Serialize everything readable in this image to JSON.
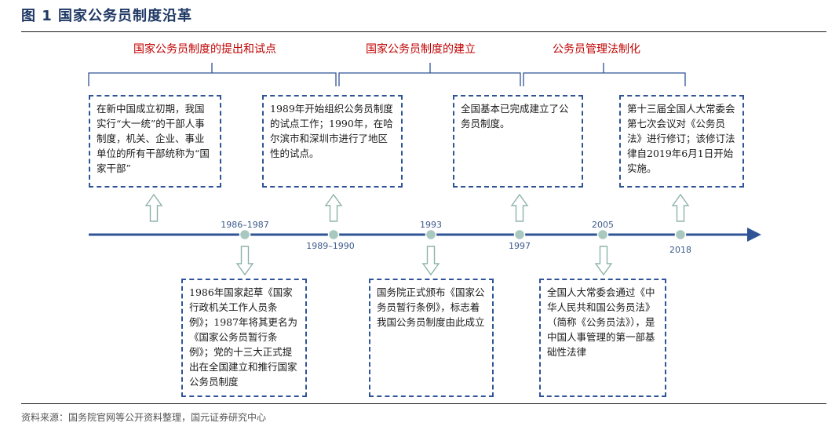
{
  "title": "图 1  国家公务员制度沿革",
  "phases": [
    "国家公务员制度的提出和试点",
    "国家公务员制度的建立",
    "公务员管理法制化"
  ],
  "years": [
    "1986–1987",
    "1989–1990",
    "1993",
    "1997",
    "2005",
    "2018"
  ],
  "top_boxes": [
    "在新中国成立初期，我国实行“大一统”的干部人事制度，机关、企业、事业单位的所有干部统称为“国家干部”",
    "1989年开始组织公务员制度的试点工作；1990年，在哈尔滨市和深圳市进行了地区性的试点。",
    "全国基本已完成建立了公务员制度。",
    "第十三届全国人大常委会第七次会议对《公务员法》进行修订；该修订法律自2019年6月1日开始实施。"
  ],
  "bottom_boxes": [
    "1986年国家起草《国家行政机关工作人员条例》；1987年将其更名为《国家公务员暂行条例》；党的十三大正式提出在全国建立和推行国家公务员制度",
    "国务院正式颁布《国家公务员暂行条例》，标志着我国公务员制度由此成立",
    "全国人大常委会通过《中华人民共和国公务员法》（简称《公务员法》），是中国人事管理的第一部基础性法律"
  ],
  "source": "资料来源：国务院官网等公开资料整理，国元证券研究中心",
  "colors": {
    "axis": "#2f5496",
    "node": "#a8c8c0",
    "arrow": "#b8d4cc",
    "phase_text": "#c00000"
  }
}
